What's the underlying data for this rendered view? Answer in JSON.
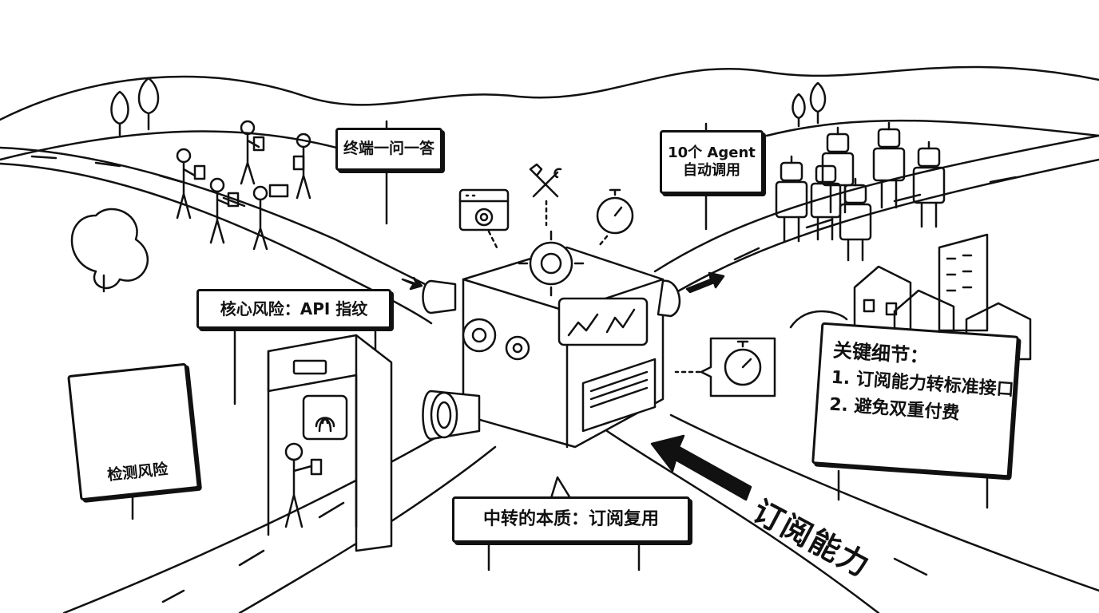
{
  "signs": {
    "terminal": "终端一问一答",
    "agent_line1": "10个 Agent",
    "agent_line2": "自动调用",
    "risk": "核心风险：API 指纹",
    "essence": "中转的本质：订阅复用",
    "detect": "检测风险",
    "details": {
      "title": "关键细节：",
      "items": [
        "1. 订阅能力转标准接口",
        "2. 避免双重付费"
      ]
    }
  },
  "road_label": "订阅能力",
  "icons": [
    "browser-icon",
    "tools-icon",
    "stopwatch-icon",
    "gear-icon",
    "fingerprint-icon",
    "magnifier-icon",
    "envelope-icon",
    "robot-icon",
    "building-icon",
    "tree-icon",
    "person-icon",
    "arrow-icon"
  ],
  "colors": {
    "ink": "#111111",
    "paper": "#ffffff",
    "shade": "#d9d9d9"
  }
}
